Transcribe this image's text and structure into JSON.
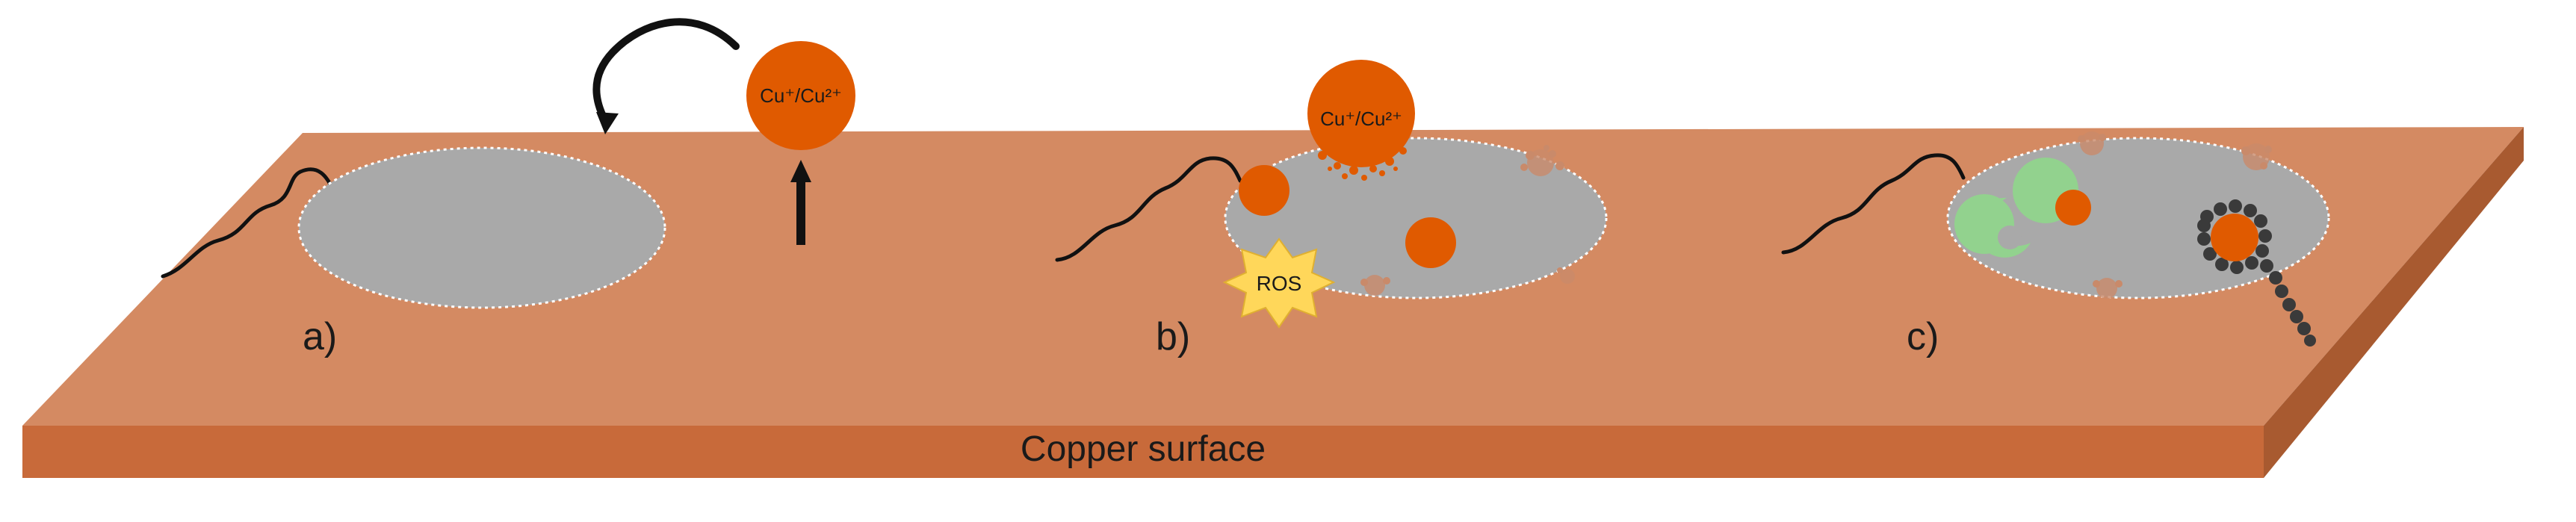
{
  "surface": {
    "label": "Copper surface"
  },
  "panels": {
    "a": {
      "label": "a)"
    },
    "b": {
      "label": "b)"
    },
    "c": {
      "label": "c)"
    }
  },
  "ions": {
    "a_label": "Cu⁺/Cu²⁺",
    "b_label": "Cu⁺/Cu²⁺"
  },
  "ros": {
    "label": "ROS"
  },
  "colors": {
    "surface_top": "#D48A62",
    "surface_front": "#C86A3A",
    "surface_side": "#A85A30",
    "cell": "#A9A9A9",
    "copper_ion": "#E05A00",
    "ros_star": "#FFD75A",
    "protein": "#92D28E",
    "dna": "#3A3A3A"
  }
}
